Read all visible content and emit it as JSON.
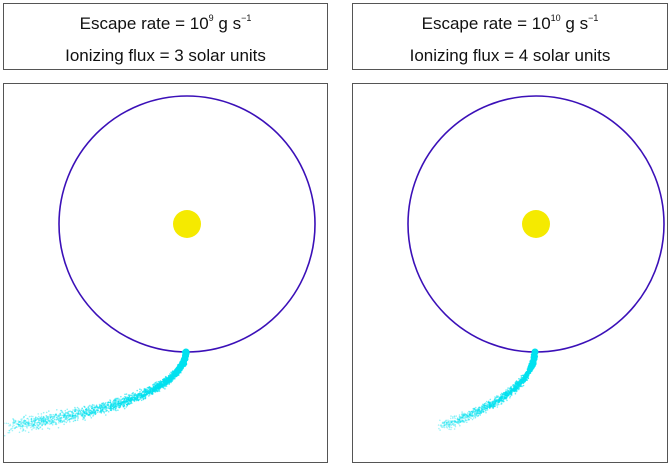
{
  "panels": [
    {
      "title": {
        "escape_prefix": "Escape rate = 10",
        "escape_exponent": "9",
        "escape_unit": " g s",
        "escape_unit_exponent": "−1",
        "flux_text": "Ionizing flux = 3 solar units"
      },
      "colors": {
        "orbit": "#3b10b8",
        "star": "#f5ea00",
        "tail": "#00e1ef"
      },
      "icons": {
        "star": "sun-disc",
        "planet": "planet-dot"
      },
      "tail_length": "long"
    },
    {
      "title": {
        "escape_prefix": "Escape rate = 10",
        "escape_exponent": "10",
        "escape_unit": " g s",
        "escape_unit_exponent": "−1",
        "flux_text": "Ionizing flux = 4 solar units"
      },
      "colors": {
        "orbit": "#3b10b8",
        "star": "#f5ea00",
        "tail": "#00e1ef"
      },
      "icons": {
        "star": "sun-disc",
        "planet": "planet-dot"
      },
      "tail_length": "short"
    }
  ]
}
